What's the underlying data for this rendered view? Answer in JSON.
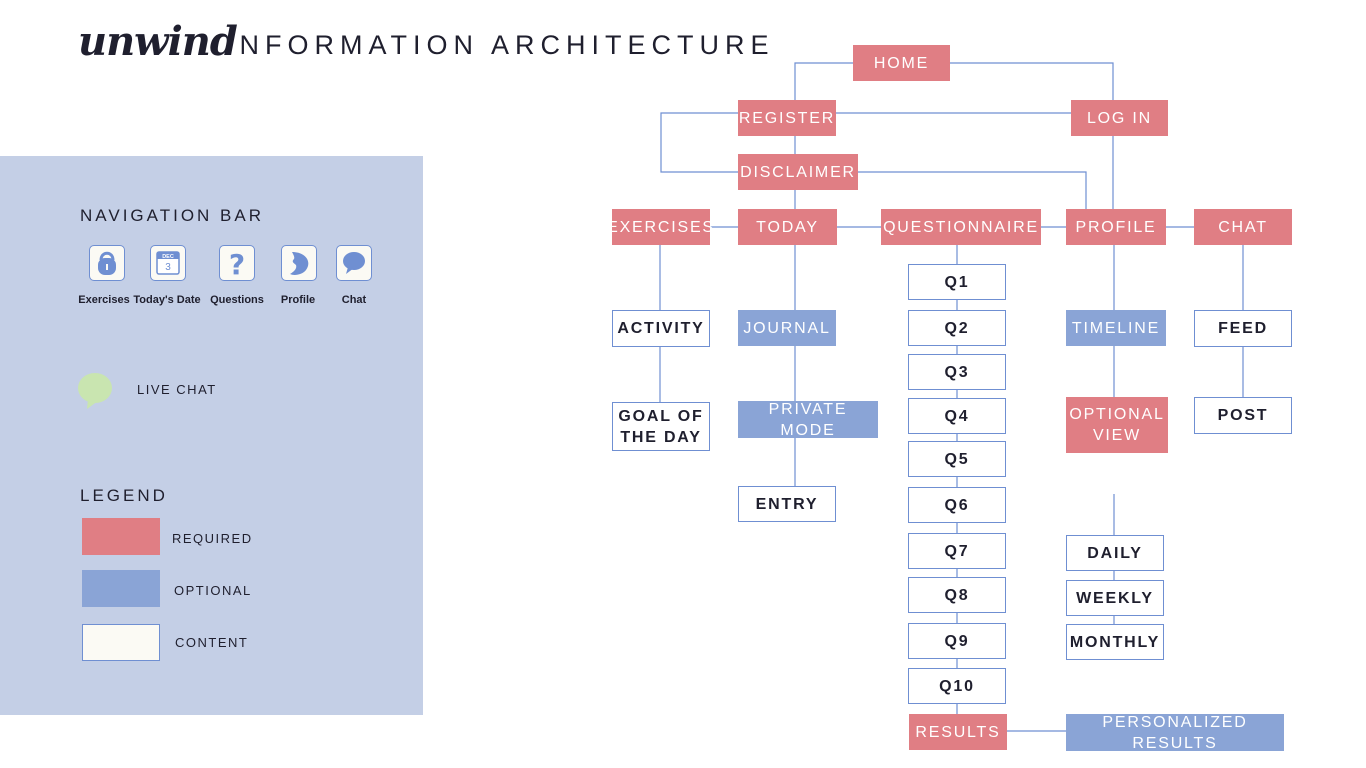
{
  "header": {
    "logo": "unwind",
    "title": "INFORMATION ARCHITECTURE"
  },
  "colors": {
    "required": "#e07e84",
    "optional": "#8aa4d6",
    "content": "#ffffff",
    "panel": "#c4cfe6",
    "connector": "#6f8fd2",
    "live_chat": "#c9e5b0"
  },
  "navigation": {
    "title": "NAVIGATION BAR",
    "items": [
      {
        "label": "Exercises",
        "icon": "kettlebell-icon"
      },
      {
        "label": "Today's Date",
        "icon": "calendar-icon",
        "icon_month": "DEC",
        "icon_day": "3"
      },
      {
        "label": "Questions",
        "icon": "question-mark-icon"
      },
      {
        "label": "Profile",
        "icon": "profile-head-icon"
      },
      {
        "label": "Chat",
        "icon": "chat-bubble-icon"
      }
    ]
  },
  "live_chat": {
    "label": "LIVE CHAT",
    "icon": "chat-bubble-icon"
  },
  "legend": {
    "title": "LEGEND",
    "items": [
      {
        "label": "REQUIRED",
        "type": "required"
      },
      {
        "label": "OPTIONAL",
        "type": "optional"
      },
      {
        "label": "CONTENT",
        "type": "content"
      }
    ]
  },
  "sitemap": {
    "home": "HOME",
    "register": "REGISTER",
    "login": "LOG IN",
    "disclaimer": "DISCLAIMER",
    "exercises": "EXERCISES",
    "today": "TODAY",
    "questionnaire": "QUESTIONNAIRE",
    "profile": "PROFILE",
    "chat": "CHAT",
    "activity": "ACTIVITY",
    "goal_of_the_day": "GOAL OF\nTHE DAY",
    "journal": "JOURNAL",
    "private_mode": "PRIVATE MODE",
    "entry": "ENTRY",
    "questions": [
      "Q1",
      "Q2",
      "Q3",
      "Q4",
      "Q5",
      "Q6",
      "Q7",
      "Q8",
      "Q9",
      "Q10"
    ],
    "results": "RESULTS",
    "personalized_results": "PERSONALIZED RESULTS",
    "timeline": "TIMELINE",
    "optional_view": "OPTIONAL\nVIEW",
    "daily": "DAILY",
    "weekly": "WEEKLY",
    "monthly": "MONTHLY",
    "feed": "FEED",
    "post": "POST"
  }
}
